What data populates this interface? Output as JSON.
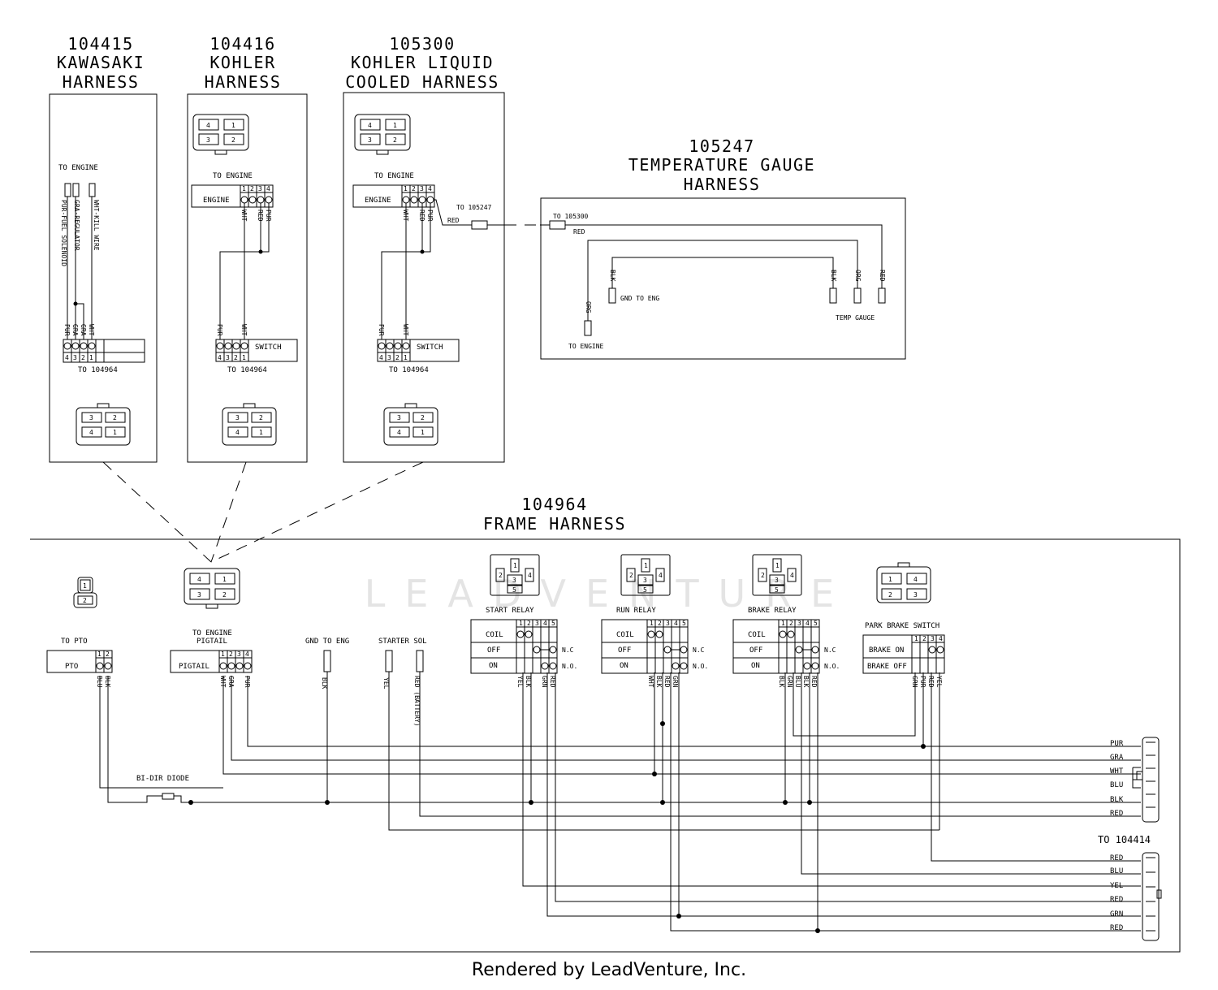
{
  "harnesses": {
    "kawasaki": {
      "number": "104415",
      "title1": "KAWASAKI",
      "title2": "HARNESS",
      "to_engine": "TO ENGINE",
      "wires": [
        "PUR-FUEL SOLENOID",
        "GRA-REGULATOR",
        "WHT-KILL WIRE"
      ],
      "conn_wires": [
        "PUR",
        "GRA",
        "GRA",
        "WHT"
      ],
      "pins": [
        "4",
        "3",
        "2",
        "1"
      ],
      "to_frame": "TO 104964",
      "plug": [
        "3",
        "2",
        "4",
        "1"
      ]
    },
    "kohler": {
      "number": "104416",
      "title1": "KOHLER",
      "title2": "HARNESS",
      "socket": [
        "4",
        "1",
        "3",
        "2"
      ],
      "to_engine": "TO ENGINE",
      "engine": "ENGINE",
      "pins_top": [
        "1",
        "2",
        "3",
        "4"
      ],
      "wires_top": [
        "WHT",
        "RED",
        "PUR"
      ],
      "wires_bottom": [
        "PUR",
        "WHT"
      ],
      "switch": "SWITCH",
      "pins_bottom": [
        "4",
        "3",
        "2",
        "1"
      ],
      "to_frame": "TO 104964",
      "plug": [
        "3",
        "2",
        "4",
        "1"
      ]
    },
    "kohler_liquid": {
      "number": "105300",
      "title1": "KOHLER LIQUID",
      "title2": "COOLED HARNESS",
      "socket": [
        "4",
        "1",
        "3",
        "2"
      ],
      "to_engine": "TO ENGINE",
      "engine": "ENGINE",
      "pins_top": [
        "1",
        "2",
        "3",
        "4"
      ],
      "wires_top": [
        "WHT",
        "RED",
        "PUR"
      ],
      "to_temp": "TO 105247",
      "red": "RED",
      "wires_bottom": [
        "PUR",
        "WHT"
      ],
      "switch": "SWITCH",
      "pins_bottom": [
        "4",
        "3",
        "2",
        "1"
      ],
      "to_frame": "TO 104964",
      "plug": [
        "3",
        "2",
        "4",
        "1"
      ]
    },
    "temp": {
      "number": "105247",
      "title1": "TEMPERATURE GAUGE",
      "title2": "HARNESS",
      "to_liquid": "TO 105300",
      "red": "RED",
      "wires": [
        "BLK",
        "ORG",
        "RED"
      ],
      "gnd": "GND TO ENG",
      "temp_gauge": "TEMP GAUGE",
      "org": "ORG",
      "to_engine": "TO ENGINE"
    }
  },
  "frame": {
    "number": "104964",
    "title": "FRAME HARNESS",
    "pto": {
      "label": "TO PTO",
      "name": "PTO",
      "plug": [
        "1",
        "2"
      ],
      "pins": [
        "1",
        "2"
      ],
      "wires": [
        "BLU",
        "BLK"
      ]
    },
    "pigtail": {
      "label1": "TO ENGINE",
      "label2": "PIGTAIL",
      "name": "PIGTAIL",
      "socket": [
        "4",
        "1",
        "3",
        "2"
      ],
      "pins": [
        "1",
        "2",
        "3",
        "4"
      ],
      "wires": [
        "WHT",
        "GRA",
        "PUR"
      ]
    },
    "gnd": {
      "label": "GND TO ENG",
      "wire": "BLK"
    },
    "starter": {
      "label": "STARTER SOL",
      "wires": [
        "YEL",
        "RED (BATTERY)"
      ]
    },
    "start_relay": {
      "label": "START RELAY",
      "pins": [
        "1",
        "2",
        "4",
        "3",
        "5"
      ],
      "cols": [
        "1",
        "2",
        "3",
        "4",
        "5"
      ],
      "rows": [
        "COIL",
        "OFF",
        "ON"
      ],
      "nc": "N.C",
      "no": "N.O.",
      "wires": [
        "YEL",
        "BLK",
        "GRN",
        "RED"
      ]
    },
    "run_relay": {
      "label": "RUN RELAY",
      "pins": [
        "1",
        "2",
        "4",
        "3",
        "5"
      ],
      "cols": [
        "1",
        "2",
        "3",
        "4",
        "5"
      ],
      "rows": [
        "COIL",
        "OFF",
        "ON"
      ],
      "nc": "N.C",
      "no": "N.O.",
      "wires": [
        "WHT",
        "BLK",
        "RED",
        "GRN"
      ]
    },
    "brake_relay": {
      "label": "BRAKE RELAY",
      "pins": [
        "1",
        "2",
        "4",
        "3",
        "5"
      ],
      "cols": [
        "1",
        "2",
        "3",
        "4",
        "5"
      ],
      "rows": [
        "COIL",
        "OFF",
        "ON"
      ],
      "nc": "N.C",
      "no": "N.O.",
      "wires": [
        "BLK",
        "GRN",
        "BLU",
        "BLK",
        "RED"
      ]
    },
    "park": {
      "label": "PARK BRAKE SWITCH",
      "plug": [
        "1",
        "4",
        "2",
        "3"
      ],
      "cols": [
        "1",
        "2",
        "3",
        "4"
      ],
      "rows": [
        "BRAKE ON",
        "BRAKE OFF"
      ],
      "wires": [
        "GRN",
        "PUR",
        "RED",
        "YEL"
      ]
    },
    "diode": "BI-DIR DIODE",
    "right_top": [
      "PUR",
      "GRA",
      "WHT",
      "BLU",
      "BLK",
      "RED"
    ],
    "to_right": "TO 104414",
    "right_bottom": [
      "RED",
      "BLU",
      "YEL",
      "RED",
      "GRN",
      "RED"
    ]
  },
  "watermark": "LEADVENTURE",
  "footer": "Rendered by LeadVenture, Inc."
}
